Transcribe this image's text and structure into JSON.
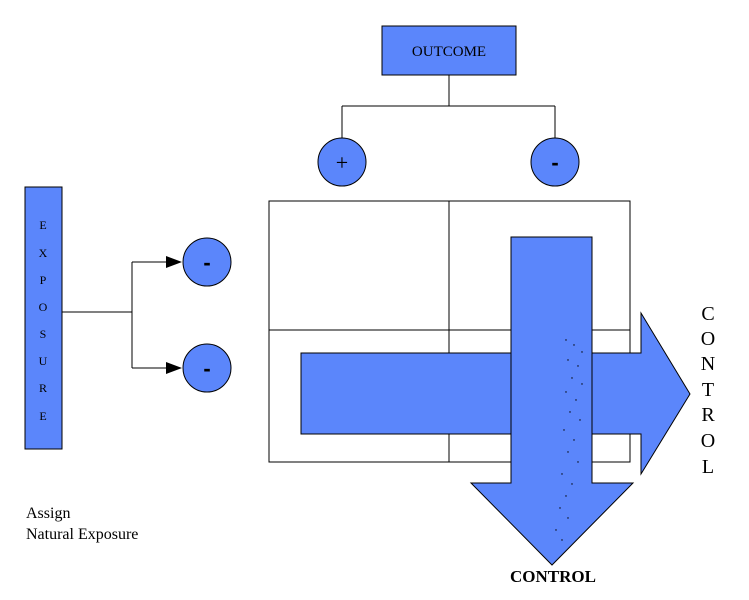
{
  "outcome": {
    "label": "OUTCOME"
  },
  "outcome_branches": {
    "positive": "+",
    "negative": "-"
  },
  "exposure": {
    "label": "EXPOSURE",
    "letters": [
      "E",
      "X",
      "P",
      "O",
      "S",
      "U",
      "R",
      "E"
    ]
  },
  "exposure_branches": {
    "upper": "-",
    "lower": "-"
  },
  "assign_text": {
    "line1": "Assign",
    "line2": "Natural Exposure"
  },
  "control_bottom": {
    "label": "CONTROL"
  },
  "control_right": {
    "label": "CONTROL",
    "letters": [
      "C",
      "O",
      "N",
      "T",
      "R",
      "O",
      "L"
    ]
  },
  "colors": {
    "fill": "#5b86fb",
    "stroke": "#000000",
    "background": "#ffffff"
  }
}
